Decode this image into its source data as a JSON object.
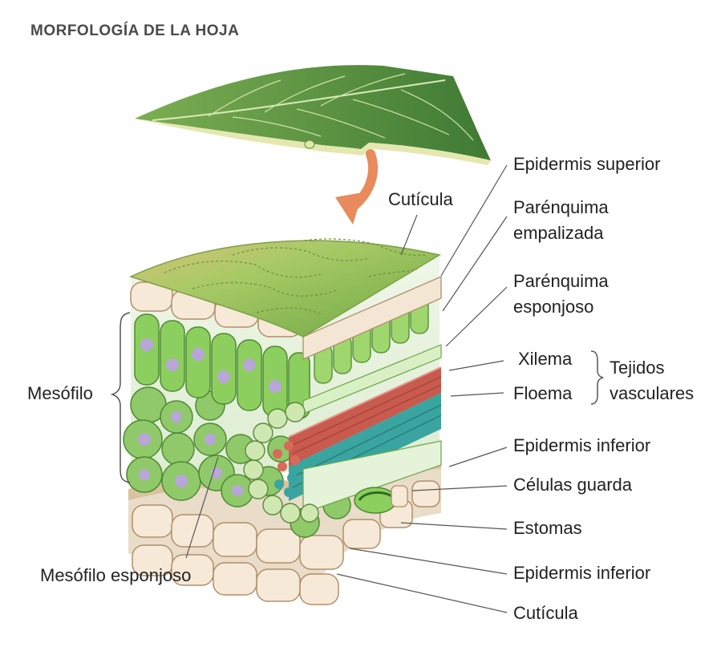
{
  "title": "MORFOLOGÍA DE LA HOJA",
  "labels": {
    "cuticula_top": "Cutícula",
    "epidermis_superior": "Epidermis superior",
    "parenquima_empalizada_1": "Parénquima",
    "parenquima_empalizada_2": "empalizada",
    "parenquima_esponjoso_1": "Parénquima",
    "parenquima_esponjoso_2": "esponjoso",
    "xilema": "Xilema",
    "floema": "Floema",
    "tejidos_vasculares_1": "Tejidos",
    "tejidos_vasculares_2": "vasculares",
    "mesofilo": "Mesófilo",
    "epidermis_inferior_1": "Epidermis inferior",
    "celulas_guarda": "Células guarda",
    "estomas": "Estomas",
    "epidermis_inferior_2": "Epidermis inferior",
    "mesofilo_esponjoso": "Mesófilo esponjoso",
    "cuticula_bottom": "Cutícula"
  },
  "colors": {
    "leaf": "#5f9a45",
    "cuticle_top": "#9cc25c",
    "epidermis": "#f4e6d4",
    "palisade": "#8ccf5e",
    "nucleus": "#b9a6d8",
    "xylem": "#c85a4e",
    "phloem": "#3aa5a0",
    "arrow": "#e88a5c",
    "leader": "#555555"
  }
}
